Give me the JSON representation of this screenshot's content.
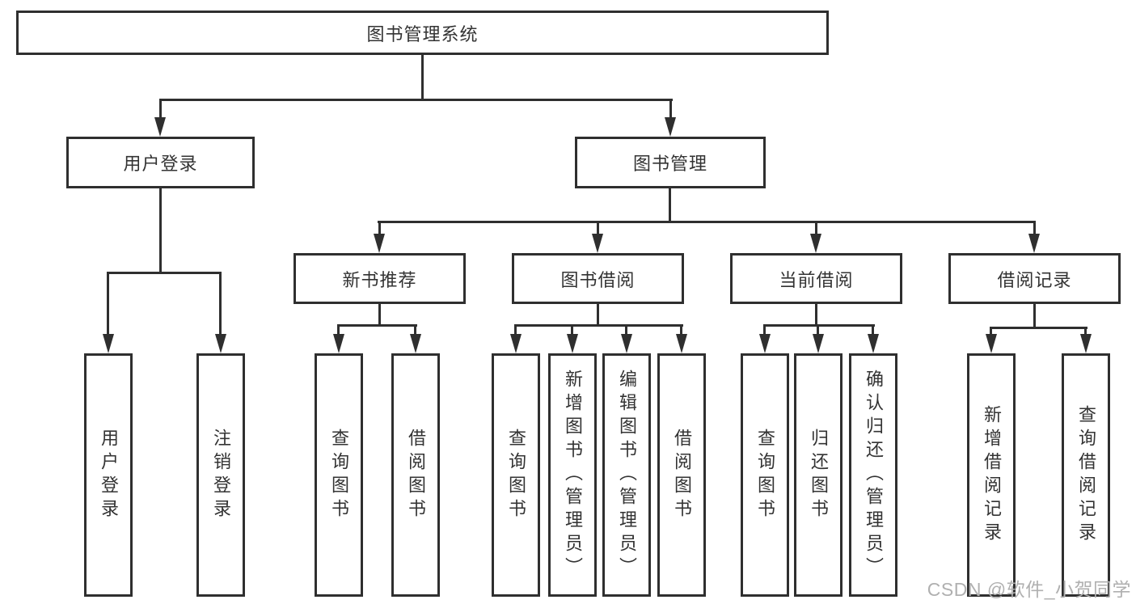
{
  "tree": {
    "root": {
      "label": "图书管理系统",
      "children": [
        {
          "label": "用户登录",
          "children": [
            {
              "label": "用户登录"
            },
            {
              "label": "注销登录"
            }
          ]
        },
        {
          "label": "图书管理",
          "children": [
            {
              "label": "新书推荐",
              "children": [
                {
                  "label": "查询图书"
                },
                {
                  "label": "借阅图书"
                }
              ]
            },
            {
              "label": "图书借阅",
              "children": [
                {
                  "label": "查询图书"
                },
                {
                  "label": "新增图书（管理员）"
                },
                {
                  "label": "编辑图书（管理员）"
                },
                {
                  "label": "借阅图书"
                }
              ]
            },
            {
              "label": "当前借阅",
              "children": [
                {
                  "label": "查询图书"
                },
                {
                  "label": "归还图书"
                },
                {
                  "label": "确认归还（管理员）"
                }
              ]
            },
            {
              "label": "借阅记录",
              "children": [
                {
                  "label": "新增借阅记录"
                },
                {
                  "label": "查询借阅记录"
                }
              ]
            }
          ]
        }
      ]
    }
  },
  "watermark": {
    "text": "CSDN @软件_小贺同学"
  },
  "colors": {
    "line": "#2f2f2f",
    "text": "#333333",
    "background": "#ffffff",
    "watermark": "#b0b0b0"
  }
}
